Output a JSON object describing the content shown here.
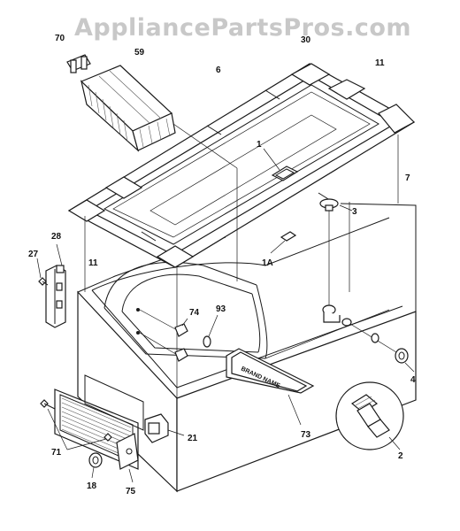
{
  "watermark": "AppliancePartsPros.com",
  "callouts": {
    "c70": "70",
    "c59": "59",
    "c30": "30",
    "c6": "6",
    "c11_top": "11",
    "c1": "1",
    "c7": "7",
    "c3": "3",
    "c1a": "1A",
    "c28": "28",
    "c27": "27",
    "c11_left": "11",
    "c74": "74",
    "c93": "93",
    "c4": "4",
    "c73": "73",
    "c21": "21",
    "c2": "2",
    "c71": "71",
    "c18": "18",
    "c75": "75"
  },
  "nameplate_text": "BRAND NAME"
}
